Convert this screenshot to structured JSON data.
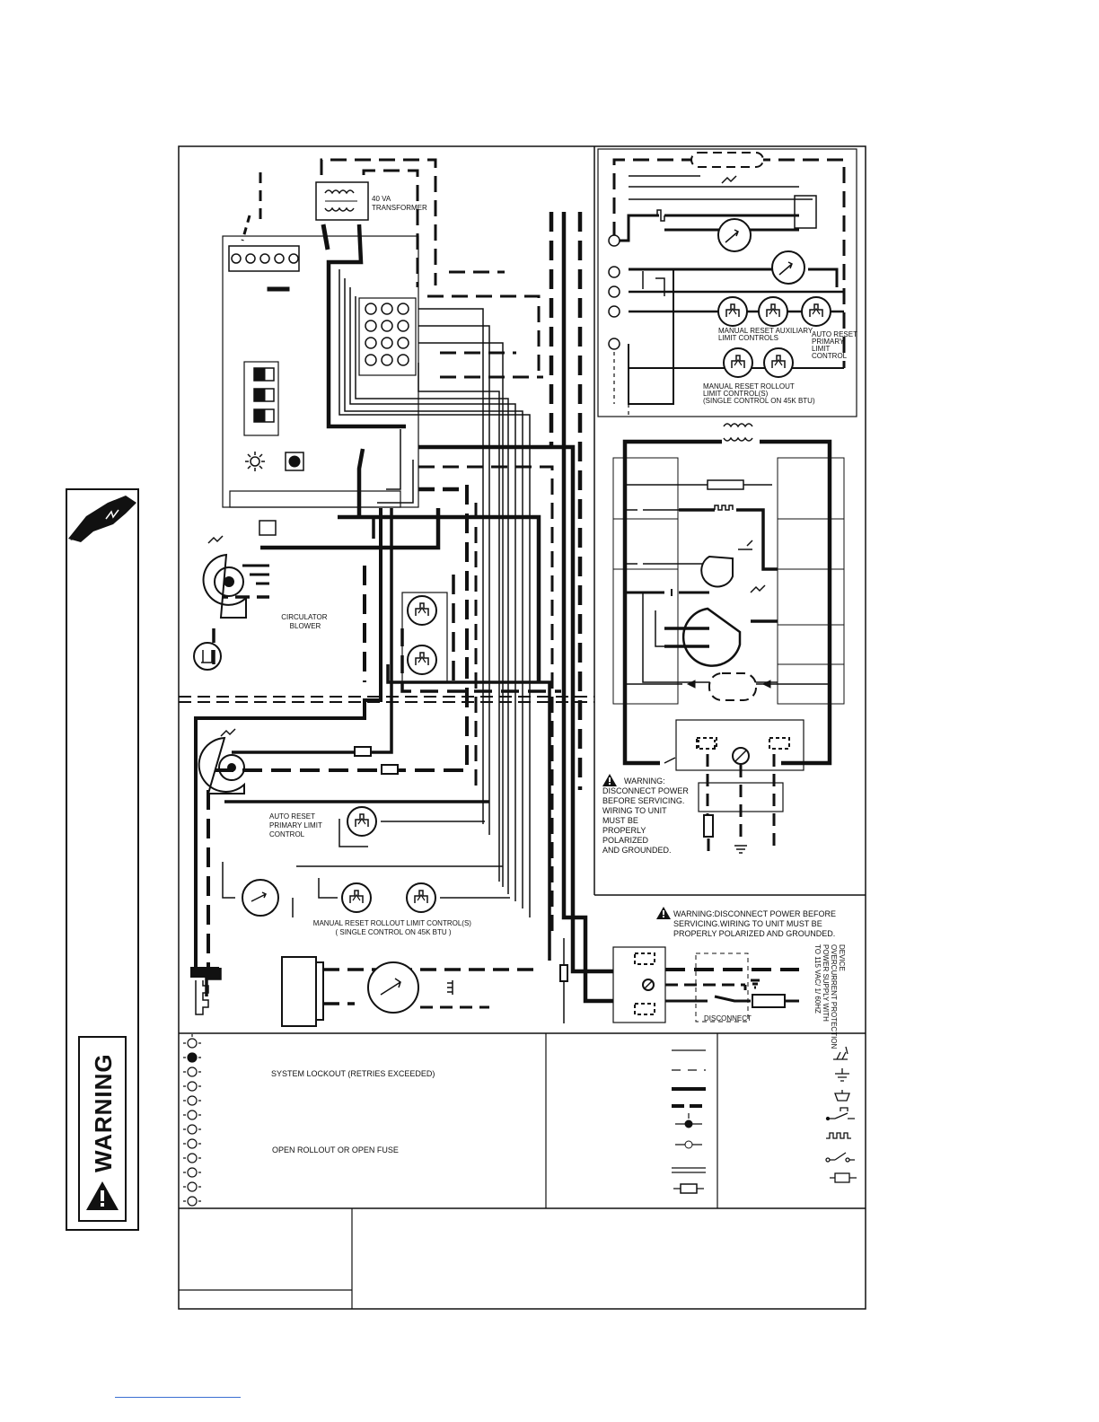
{
  "labels": {
    "transformer": [
      "40 VA",
      "TRANSFORMER"
    ],
    "circulator_blower": [
      "CIRCULATOR",
      "BLOWER"
    ],
    "auto_reset_primary_left": [
      "AUTO RESET",
      "PRIMARY LIMIT",
      "CONTROL"
    ],
    "manual_reset_rollout_left": [
      "MANUAL RESET ROLLOUT LIMIT CONTROL(S)",
      "( SINGLE CONTROL ON 45K BTU )"
    ],
    "manual_reset_aux": [
      "MANUAL RESET AUXILIARY",
      "LIMIT CONTROLS"
    ],
    "auto_reset_primary_right": [
      "AUTO RESET",
      "PRIMARY",
      "LIMIT",
      "CONTROL"
    ],
    "manual_reset_rollout_right": [
      "MANUAL RESET ROLLOUT",
      "LIMIT CONTROL(S)",
      "(SINGLE CONTROL ON 45K BTU)"
    ],
    "warning_ladder": [
      "WARNING:",
      "DISCONNECT POWER",
      "BEFORE SERVICING.",
      "WIRING TO UNIT",
      "MUST BE",
      "PROPERLY",
      "POLARIZED",
      "AND GROUNDED."
    ],
    "warning_top": [
      "WARNING:DISCONNECT POWER BEFORE",
      "SERVICING.WIRING TO UNIT MUST BE",
      "PROPERLY POLARIZED AND GROUNDED."
    ],
    "power_supply_rotated": [
      "TO 115 VAC/ 1/ 60HZ",
      "POWER SUPPLY WITH",
      "OVERCURRENT PROTECTION",
      "DEVICE"
    ],
    "disconnect": "DISCONNECT",
    "led_lockout": "SYSTEM LOCKOUT (RETRIES EXCEEDED)",
    "led_rollout": "OPEN ROLLOUT OR OPEN FUSE",
    "side_warning": "WARNING"
  }
}
